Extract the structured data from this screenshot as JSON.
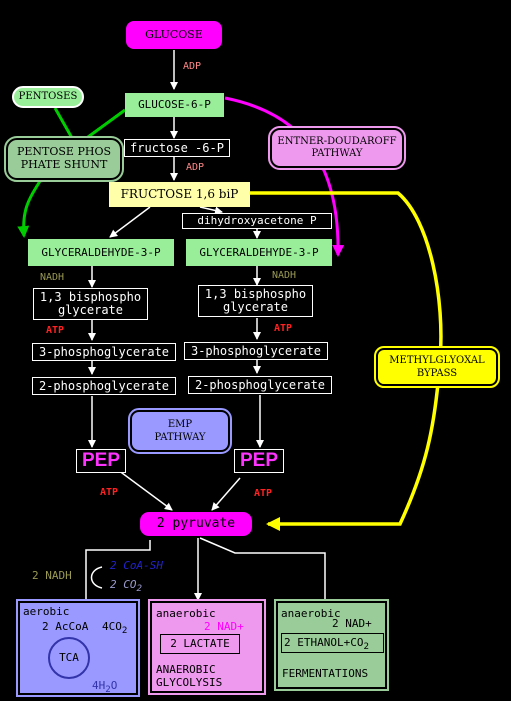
{
  "colors": {
    "magenta": "#ff00ff",
    "green_node": "#99ee99",
    "yellow_node": "#ffffaa",
    "yellow_arrow": "#ffff00",
    "purple_panel": "#9999ff",
    "pink_panel": "#ee99ee",
    "green_panel": "#99cc99",
    "adp_label": "#ff8888",
    "atp_label": "#ff2222",
    "nadh_label": "#999955"
  },
  "nodes": {
    "glucose": "GLUCOSE",
    "adp_1": "ADP",
    "glucose_6_p": "GLUCOSE-6-P",
    "pentoses": "PENTOSES",
    "pentose_shunt_line1": "PENTOSE PHOS",
    "pentose_shunt_line2": "PHATE SHUNT",
    "entner_line1": "ENTNER-DOUDAROFF",
    "entner_line2": "PATHWAY",
    "fructose_6_p": "fructose -6-P",
    "adp_2": "ADP",
    "fructose_16_bip": "FRUCTOSE 1,6 biP",
    "dhap": "dihydroxyacetone P",
    "gap_left": "GLYCERALDEHYDE-3-P",
    "gap_right": "GLYCERALDEHYDE-3-P",
    "nadh_left": "NADH",
    "nadh_right": "NADH",
    "bpg_left_line1": "1,3 bisphospho",
    "bpg_left_line2": "glycerate",
    "bpg_right_line1": "1,3 bisphospho",
    "bpg_right_line2": "glycerate",
    "atp_left_1": "ATP",
    "atp_right_1": "ATP",
    "pg3_left": "3-phosphoglycerate",
    "pg3_right": "3-phosphoglycerate",
    "pg2_left": "2-phosphoglycerate",
    "pg2_right": "2-phosphoglycerate",
    "methylglyoxal_line1": "METHYLGLYOXAL",
    "methylglyoxal_line2": "BYPASS",
    "emp_line1": "EMP",
    "emp_line2": "PATHWAY",
    "pep_left": "PEP",
    "pep_right": "PEP",
    "atp_left_2": "ATP",
    "atp_right_2": "ATP",
    "pyruvate": "2 pyruvate",
    "nadh_2": "2 NADH",
    "coa_sh": "2 CoA-SH",
    "co2_side": "2 CO",
    "co2_side_sub": "2"
  },
  "panels": {
    "aerobic": {
      "title": "aerobic",
      "acetyl": "2 AcCoA",
      "co2": "4CO",
      "co2_sub": "2",
      "tca": "TCA",
      "h2o": "4H",
      "h2o_sub": "2",
      "h2o_tail": "O"
    },
    "anaerobic_lactate": {
      "title": "anaerobic",
      "nad": "2 NAD+",
      "product": "2 LACTATE",
      "footer_line1": "ANAEROBIC",
      "footer_line2": "GLYCOLYSIS"
    },
    "anaerobic_ethanol": {
      "title": "anaerobic",
      "nad": "2 NAD+",
      "product": "2 ETHANOL+CO",
      "product_sub": "2",
      "footer": "FERMENTATIONS"
    }
  }
}
